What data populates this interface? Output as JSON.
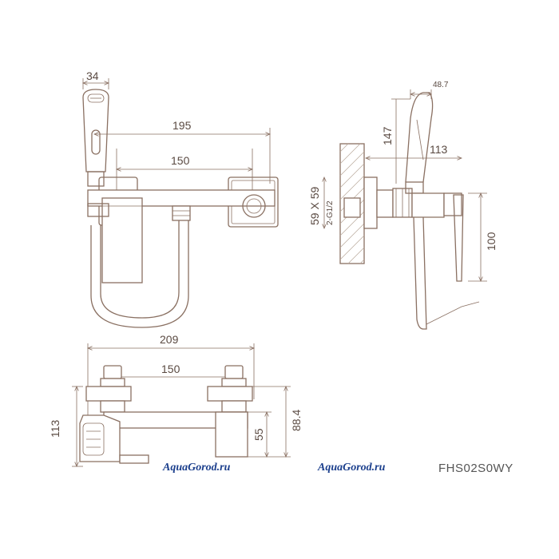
{
  "dimensions": {
    "handshower_width": "34",
    "top_overall": "195",
    "top_centers": "150",
    "side_depth": "48.7",
    "side_height": "147",
    "side_projection": "113",
    "flange": "59 X 59",
    "thread": "2-G1/2",
    "side_spout": "100",
    "front_overall": "209",
    "front_centers": "150",
    "front_height": "113",
    "front_spout": "55",
    "front_body": "88.4"
  },
  "watermarks": [
    "AquaGorod.ru",
    "AquaGorod.ru"
  ],
  "model_code": "FHS02S0WY"
}
